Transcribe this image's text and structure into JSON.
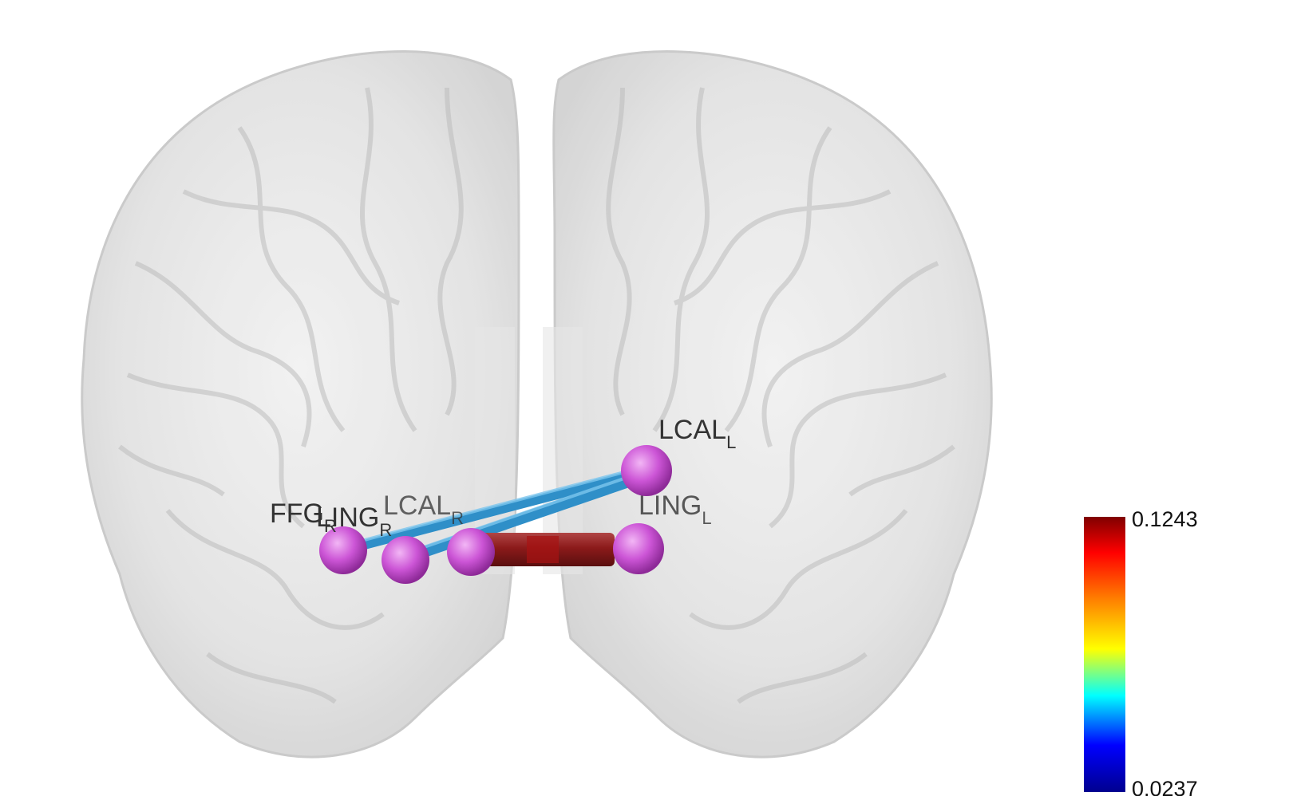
{
  "figure": {
    "nodes": [
      {
        "id": "FFG_R",
        "name": "FFG",
        "sub": "R",
        "color": "#cc55d6"
      },
      {
        "id": "LING_R",
        "name": "LING",
        "sub": "R",
        "color": "#cc55d6"
      },
      {
        "id": "LCAL_R",
        "name": "LCAL",
        "sub": "R",
        "color": "#cc55d6"
      },
      {
        "id": "LCAL_L",
        "name": "LCAL",
        "sub": "L",
        "color": "#cc55d6"
      },
      {
        "id": "LING_L",
        "name": "LING",
        "sub": "L",
        "color": "#cc55d6"
      }
    ],
    "edges": [
      {
        "from": "FFG_R",
        "to": "LCAL_L",
        "color": "#3aa6da"
      },
      {
        "from": "LING_R",
        "to": "LCAL_L",
        "color": "#3aa6da"
      },
      {
        "from": "LCAL_R",
        "to": "LING_L",
        "color": "#8b1a1a"
      }
    ],
    "colorbar": {
      "max_label": "0.1243",
      "min_label": "0.0237",
      "colors": [
        "#00008f",
        "#0000ff",
        "#00ffff",
        "#ffff00",
        "#ff8000",
        "#ff0000",
        "#800000"
      ]
    }
  }
}
